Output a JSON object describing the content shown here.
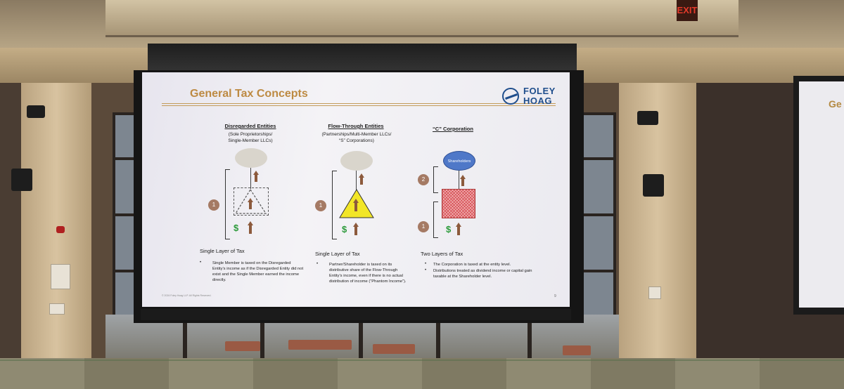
{
  "room": {
    "exit_sign": "EXIT"
  },
  "slide": {
    "title": "General Tax Concepts",
    "logo": {
      "line1": "FOLEY",
      "line2": "HOAG"
    },
    "columns": [
      {
        "heading": "Disregarded Entities",
        "subheading": "(Sole Proprietorships/\nSingle-Member LLCs)",
        "layer_label": "Single Layer of Tax",
        "bullets": [
          "Single Member is taxed on the Disregarded Entity’s income as if the Disregarded Entity did not exist and the Single Member earned the income directly."
        ]
      },
      {
        "heading": "Flow-Through Entities",
        "subheading": "(Partnerships/Multi-Member LLCs/\n“S” Corporations)",
        "layer_label": "Single Layer of Tax",
        "bullets": [
          "Partner/Shareholder is taxed on its distributive share of the Flow-Through Entity’s income, even if there is no actual distribution of income (“Phantom Income”)."
        ]
      },
      {
        "heading": "“C” Corporation",
        "subheading": "",
        "layer_label": "Two Layers of Tax",
        "bullets": [
          "The Corporation is taxed at the entity level.",
          "Distributions treated as dividend income or capital gain taxable at the Shareholder level."
        ]
      }
    ],
    "shareholders_label": "Shareholders",
    "markers": {
      "one": "1",
      "two": "2",
      "dollar": "$"
    },
    "footer": "© 2024 Foley Hoag LLP. All Rights Reserved.",
    "page_number": "9"
  },
  "second_screen": {
    "title_fragment": "Ge"
  }
}
